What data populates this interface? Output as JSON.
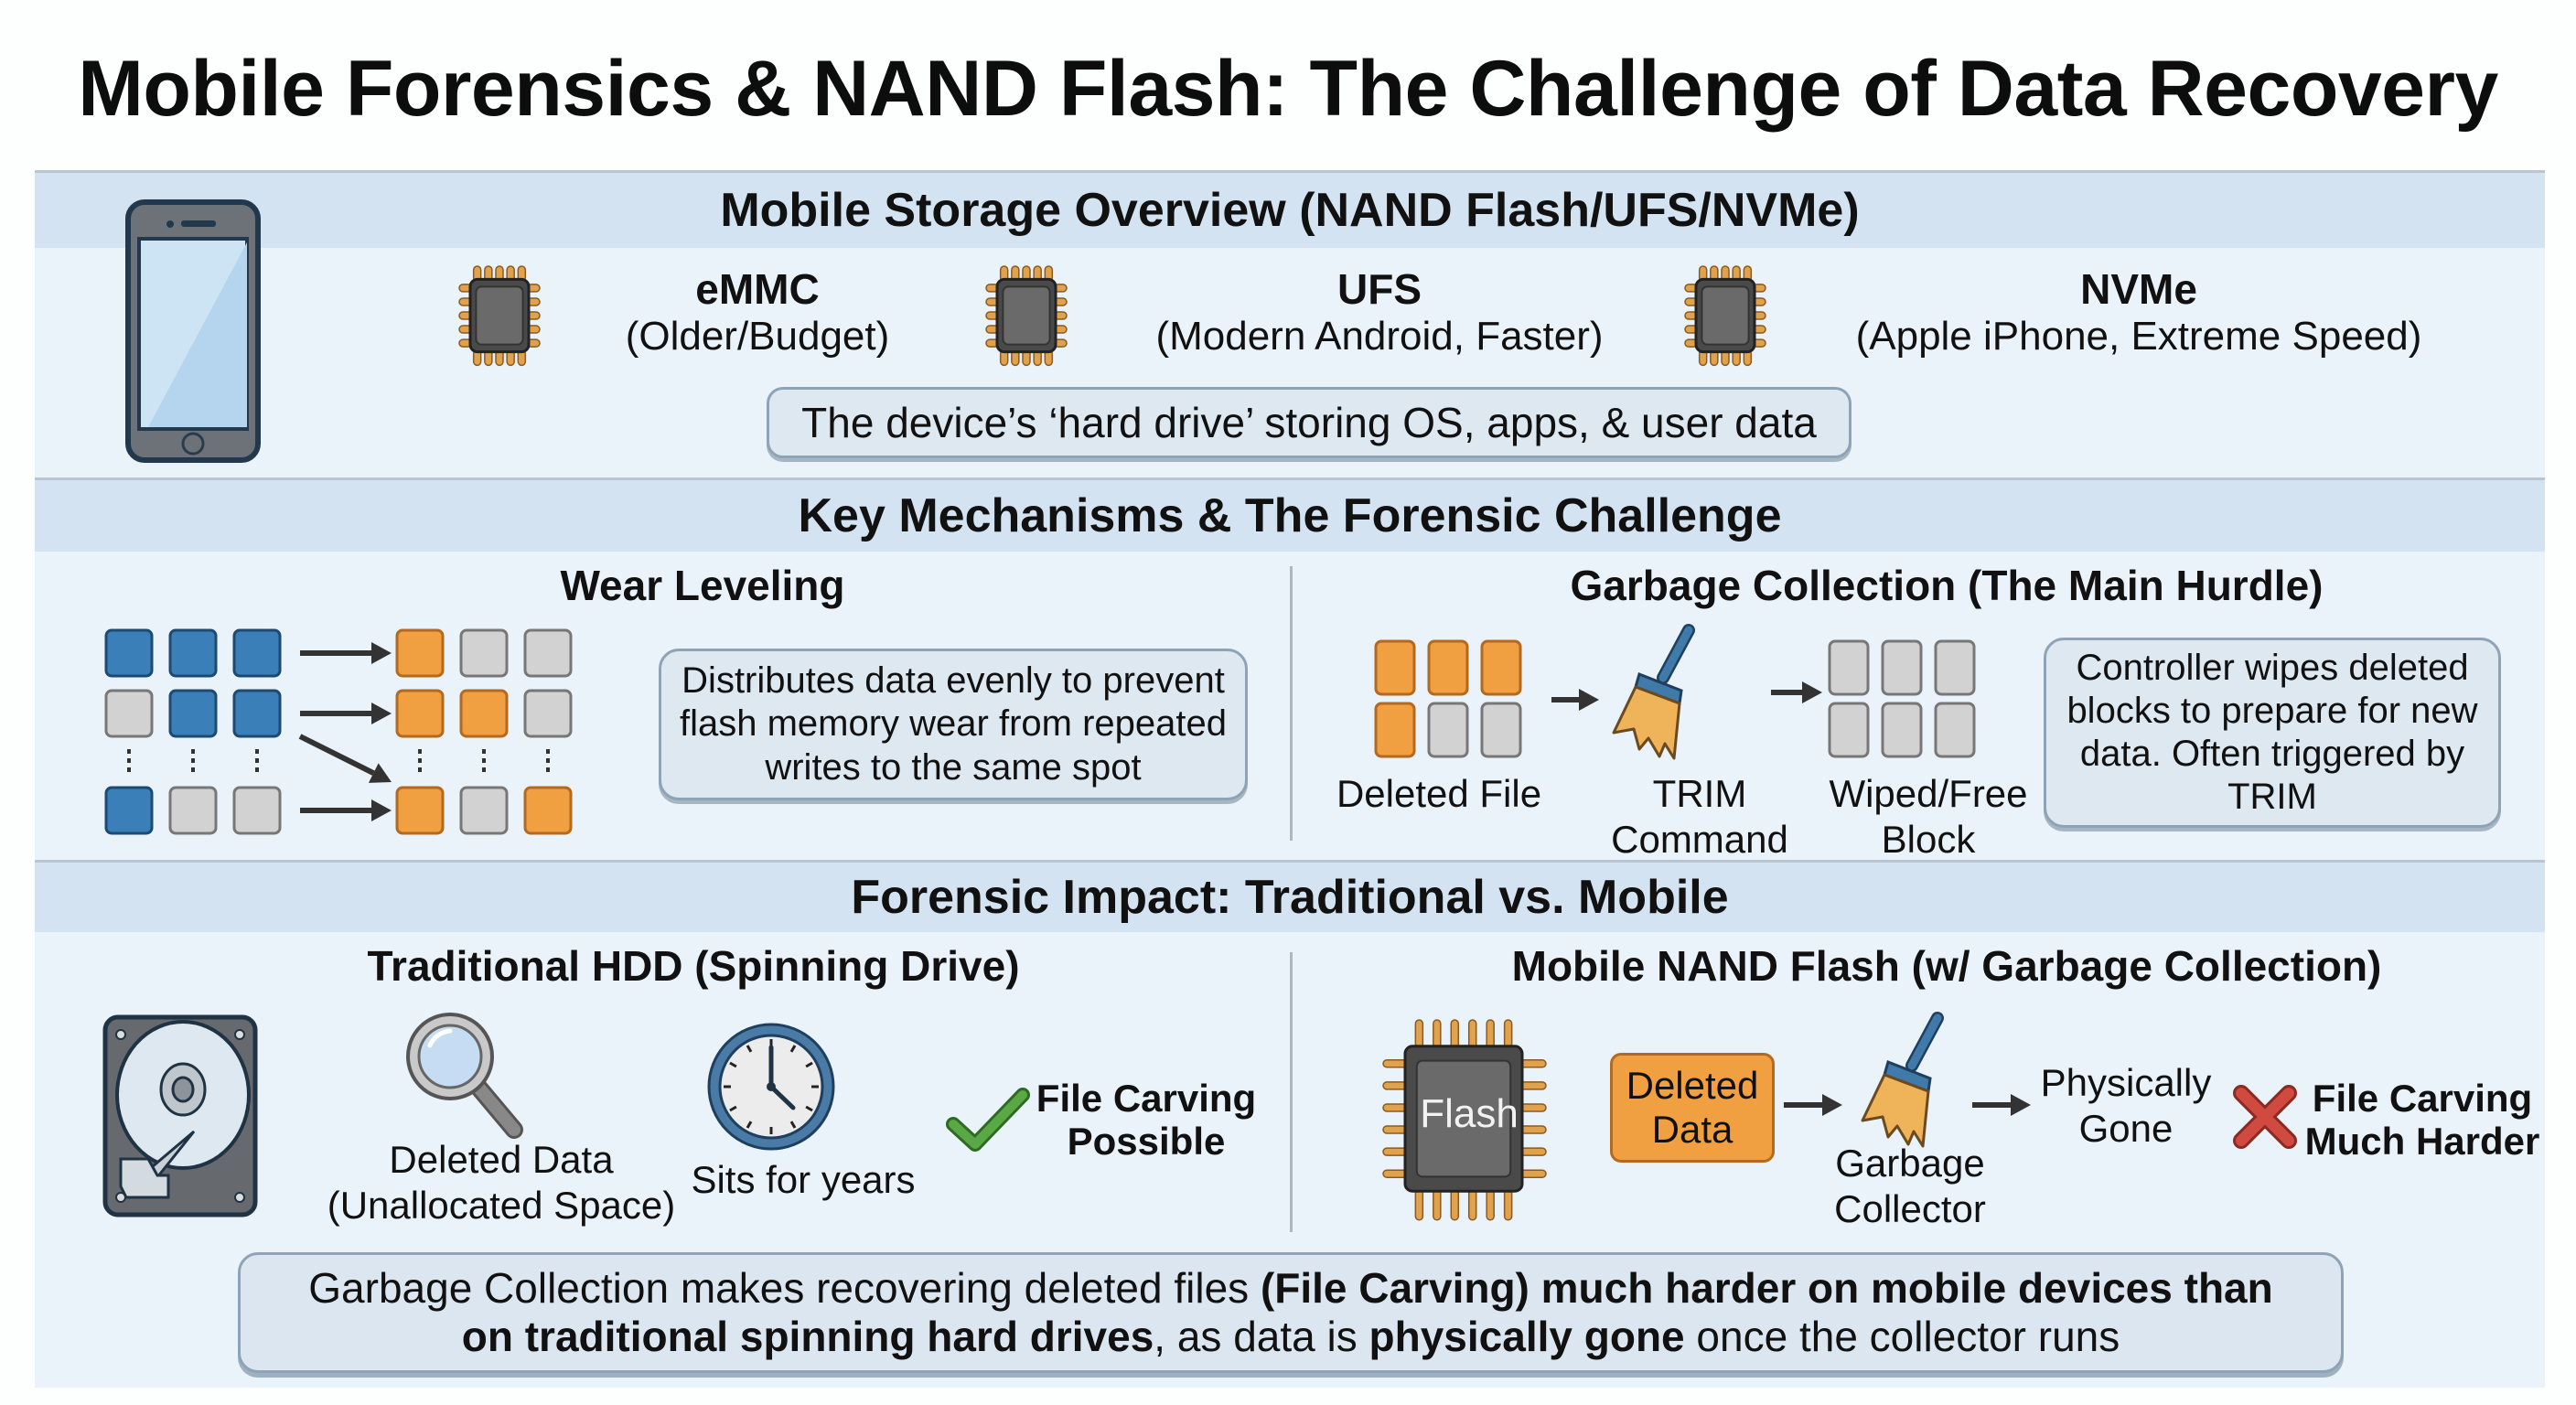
{
  "title": "Mobile Forensics & NAND Flash: The Challenge of Data Recovery",
  "colors": {
    "panel_bg": "#eaf3f9",
    "band_bg": "#d3e3f1",
    "blue_block": "#3a7fb8",
    "orange_block": "#f0a040",
    "grey_block": "#d2d2d2",
    "chip_body": "#4a4a4a",
    "chip_pin": "#e0a24c",
    "check_green": "#4e9a3a",
    "cross_red": "#d04a3f"
  },
  "overview": {
    "heading": "Mobile Storage Overview (NAND Flash/UFS/NVMe)",
    "phone_icon": "smartphone-icon",
    "storage_types": [
      {
        "name": "eMMC",
        "desc": "(Older/Budget)",
        "icon": "chip-icon"
      },
      {
        "name": "UFS",
        "desc": "(Modern Android, Faster)",
        "icon": "chip-icon"
      },
      {
        "name": "NVMe",
        "desc": "(Apple iPhone, Extreme Speed)",
        "icon": "chip-icon"
      }
    ],
    "note": "The device’s ‘hard drive’ storing OS, apps, & user data"
  },
  "mechanisms": {
    "heading": "Key Mechanisms & The Forensic Challenge",
    "wear_leveling": {
      "title": "Wear Leveling",
      "source_grid": [
        [
          "blue",
          "blue",
          "blue"
        ],
        [
          "grey",
          "blue",
          "blue"
        ],
        [
          "blue",
          "grey",
          "grey"
        ]
      ],
      "target_grid": [
        [
          "orange",
          "grey",
          "grey"
        ],
        [
          "orange",
          "orange",
          "grey"
        ],
        [
          "orange",
          "grey",
          "orange"
        ]
      ],
      "note": "Distributes data evenly to prevent flash memory wear from repeated writes to the same spot"
    },
    "garbage_collection": {
      "title": "Garbage Collection (The Main Hurdle)",
      "deleted_grid": [
        [
          "orange",
          "orange",
          "orange"
        ],
        [
          "orange",
          "grey",
          "grey"
        ]
      ],
      "wiped_grid": [
        [
          "grey",
          "grey",
          "grey"
        ],
        [
          "grey",
          "grey",
          "grey"
        ]
      ],
      "deleted_label": "Deleted File",
      "trim_label_1": "TRIM",
      "trim_label_2": "Command",
      "wiped_label_1": "Wiped/Free",
      "wiped_label_2": "Block",
      "note": "Controller wipes deleted blocks to prepare for new data. Often triggered by TRIM"
    }
  },
  "impact": {
    "heading": "Forensic Impact: Traditional vs. Mobile",
    "traditional": {
      "title": "Traditional HDD (Spinning Drive)",
      "deleted_label_1": "Deleted Data",
      "deleted_label_2": "(Unallocated Space)",
      "time_label": "Sits for years",
      "verdict_1": "File Carving",
      "verdict_2": "Possible"
    },
    "mobile": {
      "title": "Mobile NAND Flash (w/ Garbage Collection)",
      "chip_label": "Flash",
      "deleted_1": "Deleted",
      "deleted_2": "Data",
      "collector_1": "Garbage",
      "collector_2": "Collector",
      "gone_1": "Physically",
      "gone_2": "Gone",
      "verdict_1": "File Carving",
      "verdict_2": "Much Harder"
    }
  },
  "summary": {
    "l1_a": "Garbage Collection makes recovering deleted files ",
    "l1_b": "(File Carving) much harder on mobile devices than",
    "l2_a": "on traditional spinning hard drives",
    "l2_b": ", as data is ",
    "l2_c": "physically gone",
    "l2_d": " once the collector runs"
  }
}
